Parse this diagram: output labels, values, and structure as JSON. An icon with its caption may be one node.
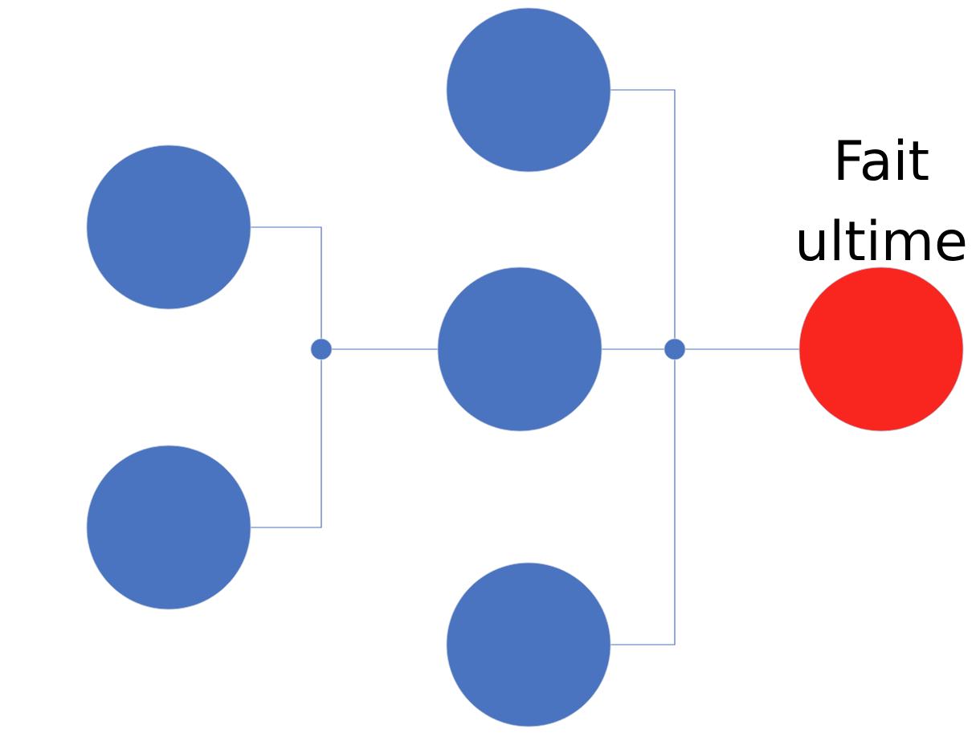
{
  "diagram": {
    "nodes": [
      {
        "text": [],
        "shape": "circle"
      },
      {
        "text": [],
        "shape": "circle"
      },
      {
        "text": [],
        "shape": "circle"
      },
      {
        "text": [],
        "shape": "circle"
      },
      {
        "text": [],
        "shape": "circle"
      },
      {
        "text": [],
        "shape": "circle"
      },
      {
        "text": [],
        "shape": "circle"
      },
      {
        "text": [
          "Fait ultime"
        ]
      }
    ],
    "edges": [
      {
        "from": 0,
        "to": 2,
        "arrow": "none"
      },
      {
        "from": 1,
        "to": 2,
        "arrow": "none"
      },
      {
        "from": 2,
        "to": 4,
        "arrow": "none"
      },
      {
        "from": 3,
        "to": 6,
        "arrow": "none"
      },
      {
        "from": 4,
        "to": 6,
        "arrow": "none"
      },
      {
        "from": 5,
        "to": 6,
        "arrow": "none"
      },
      {
        "from": 6,
        "to": 7,
        "arrow": "none"
      }
    ]
  }
}
